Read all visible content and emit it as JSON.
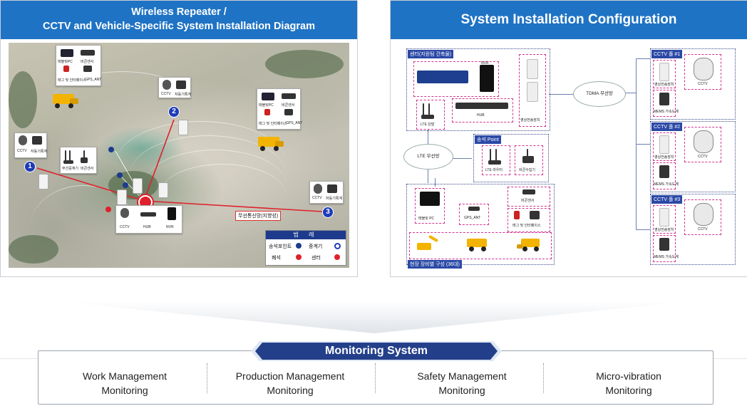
{
  "left_panel": {
    "title_line1": "Wireless Repeater /",
    "title_line2": "CCTV and Vehicle-Specific System Installation Diagram",
    "map": {
      "site_numbers": [
        "1",
        "2",
        "3"
      ],
      "device_labels": {
        "cctv": "CCTV",
        "mems": "자동기록계",
        "gps_ant": "GPS_ANT",
        "tablet": "태블릿PC",
        "vibration": "비콘센서",
        "tag": "태그 및 인터페이스",
        "radio": "무선중계기",
        "hub": "HUB",
        "nvr": "NVR"
      },
      "message_label": "무선통신망(지향성)",
      "legend": {
        "title": "범 례",
        "items": [
          {
            "label": "송석포인트"
          },
          {
            "label": "중계기"
          },
          {
            "label": "폐석"
          },
          {
            "label": "센터"
          }
        ]
      }
    }
  },
  "right_panel": {
    "title": "System Installation Configuration",
    "diagram": {
      "center_group": "센터(자원팀 건축물)",
      "nvr_label": "NVR",
      "hub_label": "HUB",
      "video_tx_label": "영상전송장치",
      "lte_terminal": "LTE 단말",
      "tdma_cloud": "TDMA 무선망",
      "lte_cloud": "LTE 무선망",
      "loading_point": "송석 Point",
      "lte_router": "LTE 라우터",
      "receiver": "비콘수집기",
      "tablet_pc": "태블릿 PC",
      "gps_ant": "GPS_ANT",
      "beacon": "비콘센서",
      "tag_if": "태그 및 인터페이스",
      "field_group": "현장 장비별 구성 (36대)",
      "cctv_poles": [
        {
          "tag": "CCTV 폴 #1",
          "video": "영상전송장치",
          "mems": "MEMS 가속도계",
          "cctv": "CCTV"
        },
        {
          "tag": "CCTV 폴 #2",
          "video": "영상전송장치",
          "mems": "MEMS 가속도계",
          "cctv": "CCTV"
        },
        {
          "tag": "CCTV 폴 #3",
          "video": "영상전송장치",
          "mems": "MEMS 가속도계",
          "cctv": "CCTV"
        }
      ]
    }
  },
  "monitoring": {
    "title": "Monitoring System",
    "items": [
      {
        "line1": "Work Management",
        "line2": "Monitoring"
      },
      {
        "line1": "Production Management",
        "line2": "Monitoring"
      },
      {
        "line1": "Safety Management",
        "line2": "Monitoring"
      },
      {
        "line1": "Micro-vibration",
        "line2": "Monitoring"
      }
    ]
  },
  "colors": {
    "header_blue": "#1f73c4",
    "banner_navy": "#243f8a",
    "route_red": "#e0202a",
    "site_blue": "#1d3bb8"
  }
}
